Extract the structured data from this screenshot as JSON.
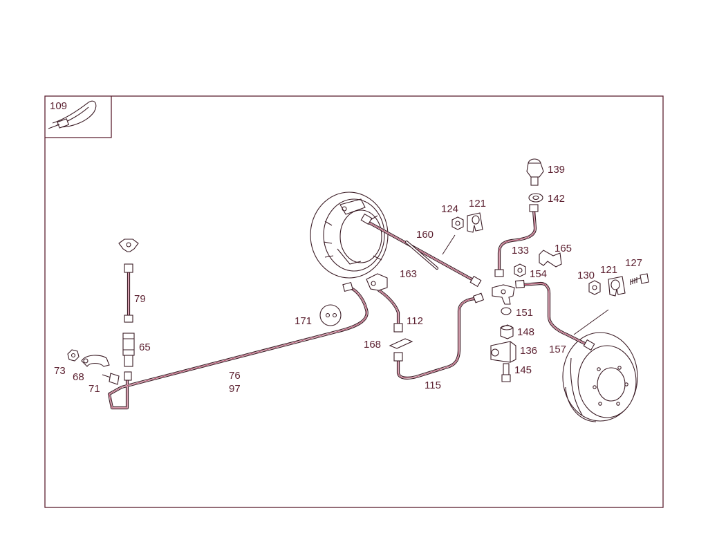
{
  "diagram": {
    "inset_label": "109",
    "labels": {
      "p65": "65",
      "p68": "68",
      "p71": "71",
      "p73": "73",
      "p76": "76",
      "p79": "79",
      "p97": "97",
      "p109": "109",
      "p112": "112",
      "p115": "115",
      "p121a": "121",
      "p121b": "121",
      "p124": "124",
      "p127": "127",
      "p130": "130",
      "p133": "133",
      "p136": "136",
      "p139": "139",
      "p142": "142",
      "p145": "145",
      "p148": "148",
      "p151": "151",
      "p154": "154",
      "p157": "157",
      "p160": "160",
      "p163": "163",
      "p165": "165",
      "p168": "168",
      "p171": "171"
    }
  }
}
